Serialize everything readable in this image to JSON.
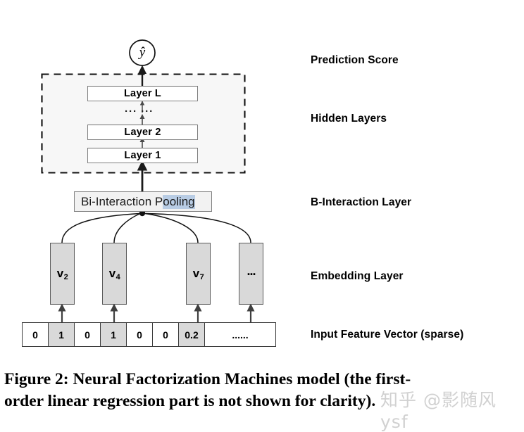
{
  "figure": {
    "prediction_node": "ŷ",
    "hidden_layers": {
      "layer_top": "Layer L",
      "ellipsis": "··· ···",
      "layer_2": "Layer 2",
      "layer_1": "Layer 1"
    },
    "pooling": {
      "text_plain": "Bi-Interaction P",
      "text_highlighted": "ooling",
      "full_text": "Bi-Interaction Pooling",
      "highlight_color": "#b8cce4"
    },
    "embeddings": [
      {
        "label": "v",
        "subscript": "2"
      },
      {
        "label": "v",
        "subscript": "4"
      },
      {
        "label": "v",
        "subscript": "7"
      },
      {
        "label": "...",
        "subscript": ""
      }
    ],
    "input_vector": {
      "cells": [
        {
          "value": "0",
          "shaded": false
        },
        {
          "value": "1",
          "shaded": true
        },
        {
          "value": "0",
          "shaded": false
        },
        {
          "value": "1",
          "shaded": true
        },
        {
          "value": "0",
          "shaded": false
        },
        {
          "value": "0",
          "shaded": false
        },
        {
          "value": "0.2",
          "shaded": true
        },
        {
          "value": "......",
          "shaded": false
        }
      ]
    },
    "side_labels": [
      "Prediction Score",
      "Hidden Layers",
      "B-Interaction Layer",
      "Embedding Layer",
      "Input Feature Vector (sparse)"
    ],
    "colors": {
      "embedding_fill": "#d9d9d9",
      "dashed_region_fill": "#f7f7f7",
      "layer_box_fill": "#ffffff",
      "pooling_fill": "#f2f2f2"
    }
  },
  "caption": {
    "line1": "Figure 2:  Neural Factorization Machines model (the first-",
    "line2": "order linear regression part is not shown for clarity)."
  },
  "watermark": {
    "text": "知乎 @影随风ysf"
  }
}
